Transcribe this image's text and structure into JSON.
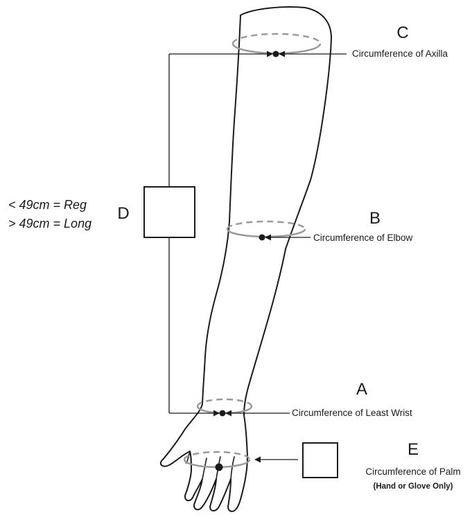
{
  "colors": {
    "outline": "#1a1a1a",
    "ring": "#9a9a9a",
    "background": "#ffffff"
  },
  "measurements": {
    "c": {
      "letter": "C",
      "caption": "Circumference of Axilla"
    },
    "b": {
      "letter": "B",
      "caption": "Circumference of Elbow"
    },
    "a": {
      "letter": "A",
      "caption": "Circumference of Least Wrist"
    },
    "e": {
      "letter": "E",
      "caption": "Circumference of Palm",
      "note": "(Hand or Glove Only)"
    },
    "d": {
      "letter": "D",
      "rule_reg": "< 49cm = Reg",
      "rule_long": "> 49cm = Long"
    }
  }
}
